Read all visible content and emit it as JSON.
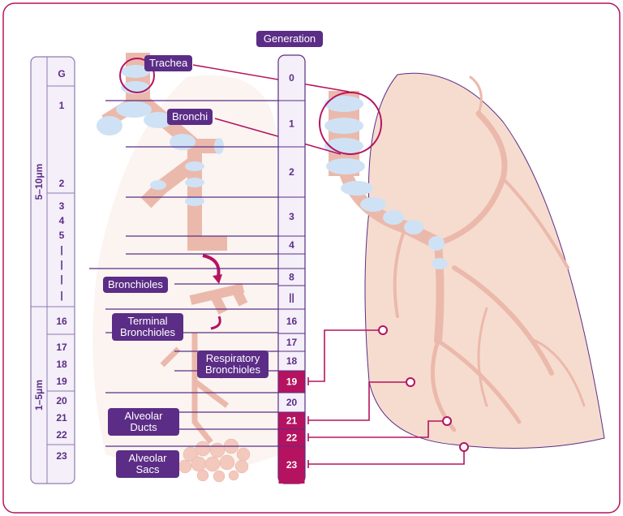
{
  "labels": {
    "generation": "Generation",
    "trachea": "Trachea",
    "bronchi": "Bronchi",
    "bronchioles": "Bronchioles",
    "terminal_bronchioles": "Terminal Bronchioles",
    "respiratory_bronchioles": "Respiratory Bronchioles",
    "alveolar_ducts": "Alveolar Ducts",
    "alveolar_sacs": "Alveolar Sacs"
  },
  "size_column": {
    "ranges": [
      "5–10μm",
      "1–5μm"
    ],
    "header": "G",
    "rows": [
      "1",
      "2",
      "3",
      "4",
      "5",
      "|",
      "|",
      "|",
      "|",
      "16",
      "17",
      "18",
      "19",
      "20",
      "21",
      "22",
      "23"
    ]
  },
  "generation_column": {
    "rows": [
      {
        "label": "0",
        "highlight": false
      },
      {
        "label": "1",
        "highlight": false
      },
      {
        "label": "2",
        "highlight": false
      },
      {
        "label": "3",
        "highlight": false
      },
      {
        "label": "4",
        "highlight": false
      },
      {
        "label": "",
        "highlight": false
      },
      {
        "label": "8",
        "highlight": false
      },
      {
        "label": "||",
        "highlight": false
      },
      {
        "label": "16",
        "highlight": false
      },
      {
        "label": "17",
        "highlight": false
      },
      {
        "label": "18",
        "highlight": false
      },
      {
        "label": "19",
        "highlight": true
      },
      {
        "label": "20",
        "highlight": false
      },
      {
        "label": "21",
        "highlight": true
      },
      {
        "label": "22",
        "highlight": true
      },
      {
        "label": "23",
        "highlight": true
      }
    ]
  },
  "colors": {
    "purple": "#5b2d86",
    "magenta": "#b5135f",
    "lung": "#f6dccf",
    "airway": "#ebb9ab",
    "cartilage": "#cfe2f5"
  }
}
